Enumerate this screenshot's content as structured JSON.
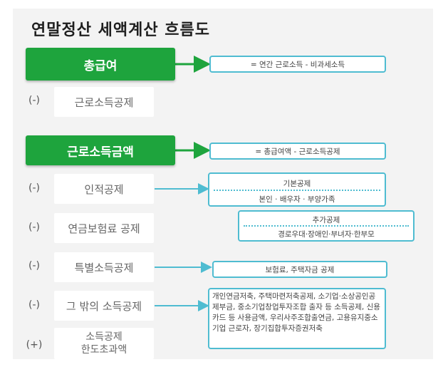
{
  "title": "연말정산 세액계산 흐름도",
  "rows": [
    {
      "sign": "",
      "label": "총급여",
      "note": "= 연간 근로소득 - 비과세소득"
    },
    {
      "sign": "(-)",
      "label": "근로소득공제"
    },
    {
      "sign": "",
      "label": "근로소득금액",
      "note": "= 총급여액 - 근로소득공제"
    },
    {
      "sign": "(-)",
      "label": "인적공제",
      "note_top": "기본공제",
      "note_bottom": "본인 · 배우자 · 부양가족"
    },
    {
      "sign": "(-)",
      "label": "연금보험료 공제",
      "note_top": "추가공제",
      "note_bottom": "경로우대·장애인·부녀자·한부모"
    },
    {
      "sign": "(-)",
      "label": "특별소득공제",
      "note": "보험료, 주택자금 공제"
    },
    {
      "sign": "(-)",
      "label": "그 밖의 소득공제",
      "note": "개인연금저축, 주택마련저축공제, 소기업·소상공인공제부금, 중소기업창업투자조합 출자 등 소득공제, 신용카드 등 사용금액, 우리사주조합출연금, 고용유지중소기업 근로자, 장기집합투자증권저축"
    },
    {
      "sign": "(+)",
      "label": "소득공제\n한도초과액"
    }
  ],
  "colors": {
    "green": "#1ea43d",
    "arrow_green": "#1ea43d",
    "arrow_blue": "#4fbcd1",
    "note_border": "#4fbcd1"
  }
}
